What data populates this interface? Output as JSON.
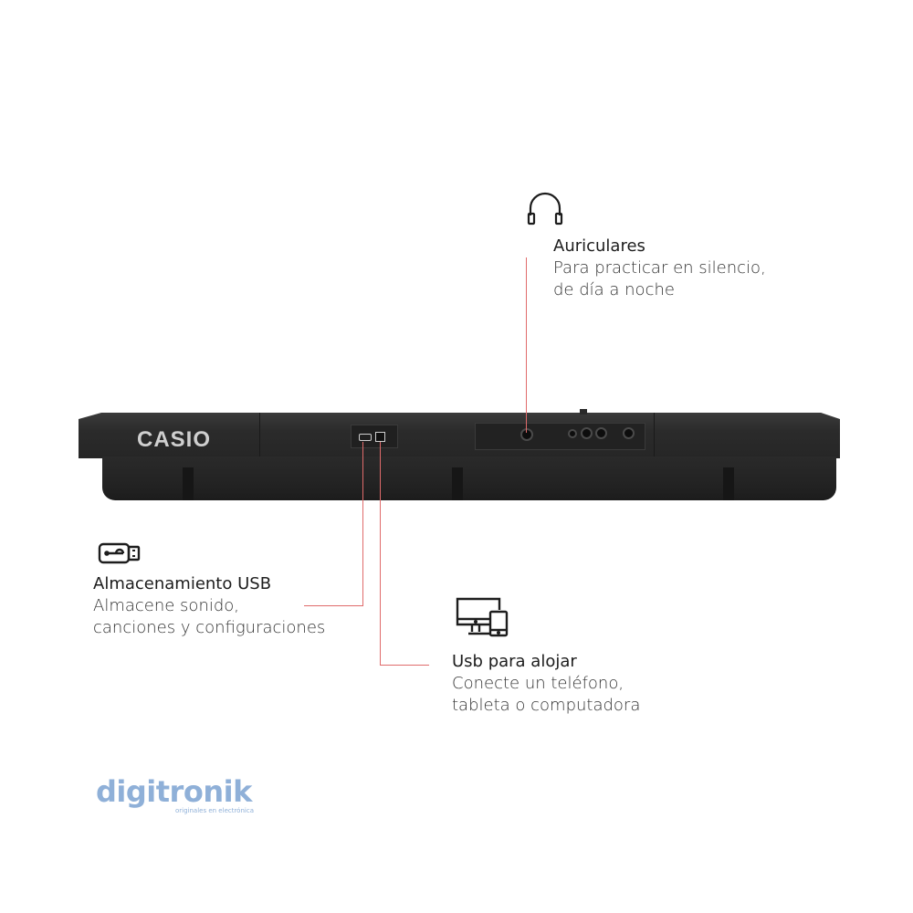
{
  "product": {
    "brand_label": "CASIO"
  },
  "features": [
    {
      "id": "headphones",
      "icon": "headphones-icon",
      "title": "Auriculares",
      "description_lines": [
        "Para practicar en silencio,",
        "de día a noche"
      ]
    },
    {
      "id": "usb-storage",
      "icon": "usb-drive-icon",
      "title": "Almacenamiento USB",
      "description_lines": [
        "Almacene sonido,",
        "canciones y configuraciones"
      ]
    },
    {
      "id": "usb-host",
      "icon": "devices-icon",
      "title": "Usb para alojar",
      "description_lines": [
        "Conecte un teléfono,",
        "tableta o computadora"
      ]
    }
  ],
  "logo": {
    "name": "digitronik",
    "tagline": "originales en electrónica"
  },
  "colors": {
    "connector_line": "#e06b6b",
    "keyboard_body": "#2b2b2b",
    "logo": "#8fb0d8",
    "text": "#1d1d1d"
  }
}
